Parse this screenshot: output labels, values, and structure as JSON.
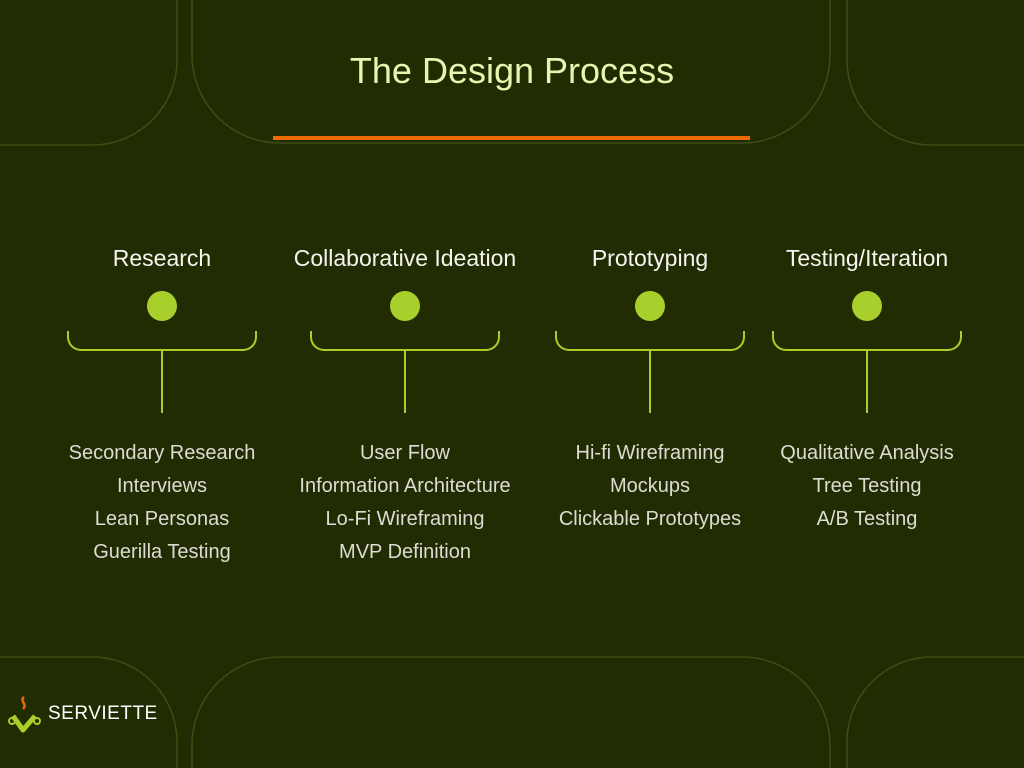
{
  "title": "The Design Process",
  "colors": {
    "background": "#222c02",
    "accent": "#a8cf2c",
    "underline": "#f06a00",
    "title": "#e6f5b0"
  },
  "stages": [
    {
      "name": "Research",
      "items": [
        "Secondary Research",
        "Interviews",
        "Lean Personas",
        "Guerilla Testing"
      ]
    },
    {
      "name": "Collaborative Ideation",
      "items": [
        "User Flow",
        "Information Architecture",
        "Lo-Fi Wireframing",
        "MVP Definition"
      ]
    },
    {
      "name": "Prototyping",
      "items": [
        "Hi-fi Wireframing",
        "Mockups",
        "Clickable Prototypes"
      ]
    },
    {
      "name": "Testing/Iteration",
      "items": [
        "Qualitative Analysis",
        "Tree Testing",
        "A/B Testing"
      ]
    }
  ],
  "brand": {
    "name": "SERVIETTE",
    "icon": "serviette-logo-icon"
  }
}
